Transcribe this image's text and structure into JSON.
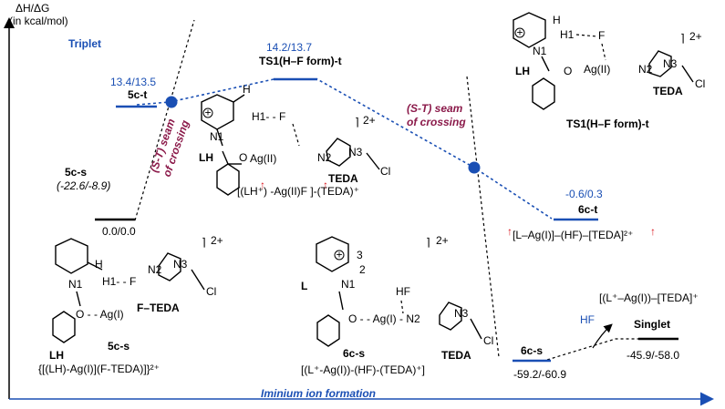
{
  "axes": {
    "y_label": "ΔH/ΔG",
    "y_unit": "(in kcal/mol)",
    "x_label": "Iminium ion formation"
  },
  "triplet_label": "Triplet",
  "seam_labels": {
    "left_line1": "(S-T) seam",
    "left_line2": "of crossing",
    "right_line1": "(S-T) seam",
    "right_line2": "of crossing"
  },
  "levels": {
    "s5c_s": {
      "name": "5c-s",
      "value": "(-22.6/-8.9)",
      "value2": "0.0/0.0"
    },
    "s5c_t": {
      "name": "5c-t",
      "value": "13.4/13.5"
    },
    "ts1": {
      "name": "TS1(H–F form)-t",
      "value": "14.2/13.7"
    },
    "s6c_t": {
      "name": "6c-t",
      "value": "-0.6/0.3"
    },
    "s6c_s": {
      "name": "6c-s",
      "value": "-59.2/-60.9"
    },
    "singlet": {
      "name": "Singlet",
      "value": "-45.9/-58.0"
    }
  },
  "structures": {
    "mid_5ct": {
      "lh": "LH",
      "h": "H",
      "h1f": "H1- - F",
      "n1": "N1",
      "ag": "Ag(II)",
      "n2": "N2",
      "n3": "N3",
      "cl": "Cl",
      "teda": "TEDA",
      "charge": "2+",
      "caption": "[(LH⁺)  -Ag(II)F  ]-(TEDA)⁺"
    },
    "tr_ts1": {
      "lh": "LH",
      "h": "H",
      "h1": "H1",
      "f": "F",
      "n1": "N1",
      "ag": "Ag(II)",
      "n2": "N2",
      "n3": "N3",
      "cl": "Cl",
      "teda": "TEDA",
      "charge": "2+",
      "caption": "TS1(H–F form)-t"
    },
    "bl_5cs": {
      "lh": "LH",
      "h": "H",
      "h1f": "H1- - F",
      "n1": "N1",
      "n2": "N2",
      "n3": "N3",
      "cl": "Cl",
      "ag": "O - - Ag(I)",
      "fteda": "F–TEDA",
      "charge": "2+",
      "label": "5c-s",
      "caption": "{[(LH)-Ag(I)](F-TEDA)]}²⁺"
    },
    "bm_6cs": {
      "l": "L",
      "n1": "N1",
      "two": "2",
      "three": "3",
      "hf": "HF",
      "ag": "O - - Ag(I) - N2",
      "n3": "N3",
      "cl": "Cl",
      "teda": "TEDA",
      "charge": "2+",
      "label": "6c-s",
      "caption": "[(L⁺-Ag(I))-(HF)-(TEDA)⁺]"
    },
    "r_6ct_caption": "[L–Ag(I)]–(HF)–[TEDA]²⁺",
    "r_singlet_caption": "[(L⁺–Ag(I))–[TEDA]⁺",
    "hf_leaving": "HF"
  },
  "colors": {
    "blue": "#1a4fb4",
    "plum": "#8b1a4a",
    "red": "#d8121b"
  }
}
